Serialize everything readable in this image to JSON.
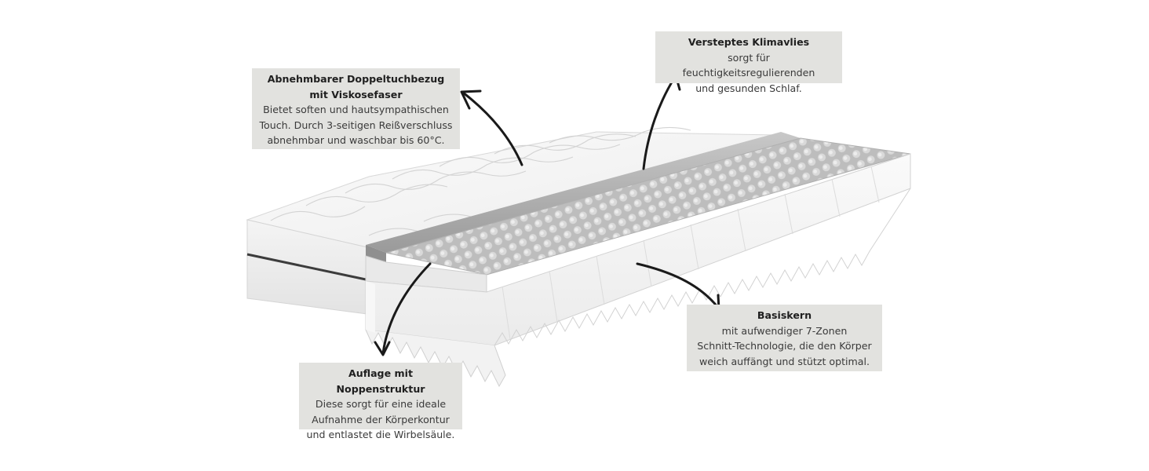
{
  "callouts": {
    "cover": {
      "title_line1": "Abnehmbarer Doppeltuchbezug",
      "title_line2": "mit Viskosefaser",
      "body_line1": "Bietet soften und hautsympathischen",
      "body_line2": "Touch. Durch 3-seitigen Reißverschluss",
      "body_line3": "abnehmbar und waschbar bis 60°C."
    },
    "fleece": {
      "title": "Versteptes Klimavlies",
      "body_line1": "sorgt für feuchtigkeitsregulierenden",
      "body_line2": "und gesunden Schlaf."
    },
    "core": {
      "title": "Basiskern",
      "body_line1": "mit aufwendiger 7-Zonen",
      "body_line2": "Schnitt-Technologie, die den Körper",
      "body_line3": "weich auffängt und stützt optimal."
    },
    "topper": {
      "title": "Auflage mit Noppenstruktur",
      "body_line1": "Diese sorgt für eine ideale",
      "body_line2": "Aufnahme der Körperkontur",
      "body_line3": "und entlastet die Wirbelsäule."
    }
  },
  "colors": {
    "background": "#ffffff",
    "callout_background": "#e2e2df",
    "arrow": "#1a1a1a",
    "mattress_cover": "#f5f5f5",
    "fleece_layer": "#a9a9a9",
    "piping": "#3c3c3c"
  },
  "icons": {
    "arrow_style": "hand-drawn-curved-arrow"
  }
}
